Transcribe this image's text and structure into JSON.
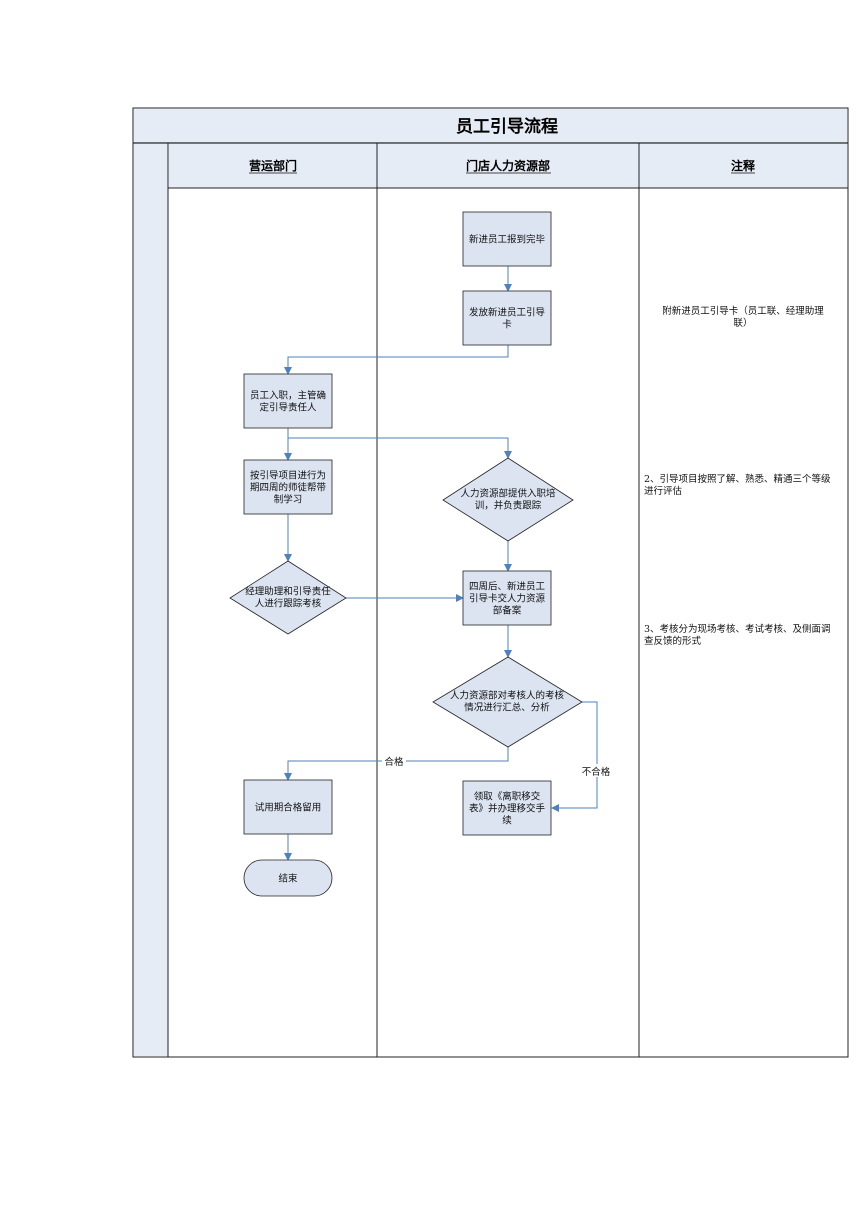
{
  "title": "员工引导流程",
  "lanes": {
    "ops": "营运部门",
    "hr": "门店人力资源部",
    "notes": "注释"
  },
  "nodes": {
    "n1": [
      "新进员工报到完毕"
    ],
    "n2": [
      "发放新进员工引导",
      "卡"
    ],
    "n3": [
      "员工入职，主管确",
      "定引导责任人"
    ],
    "n4": [
      "按引导项目进行为",
      "期四周的师徒帮带",
      "制学习"
    ],
    "n5": [
      "人力资源部提供入职培",
      "训，并负责跟踪"
    ],
    "n6": [
      "经理助理和引导责任",
      "人进行跟踪考核"
    ],
    "n7": [
      "四周后、新进员工",
      "引导卡交人力资源",
      "部备案"
    ],
    "n8": [
      "人力资源部对考核人的考核",
      "情况进行汇总、分析"
    ],
    "n9": [
      "试用期合格留用"
    ],
    "n10": [
      "领取《离职移交",
      "表》并办理移交手",
      "续"
    ],
    "n11": [
      "结束"
    ]
  },
  "edge_labels": {
    "pass": "合格",
    "fail": "不合格"
  },
  "notes": {
    "note1": [
      "附新进员工引导卡（员工联、经理助理",
      "联）"
    ],
    "note2": [
      "2、引导项目按照了解、熟悉、精通三个等级",
      "进行评估"
    ],
    "note3": [
      "3、考核分为现场考核、考试考核、及侧面调",
      "查反馈的形式"
    ]
  },
  "colors": {
    "node_fill": "#dce4f2",
    "header_fill": "#e6ecf6",
    "line": "#4f81bd",
    "border": "#222222"
  }
}
